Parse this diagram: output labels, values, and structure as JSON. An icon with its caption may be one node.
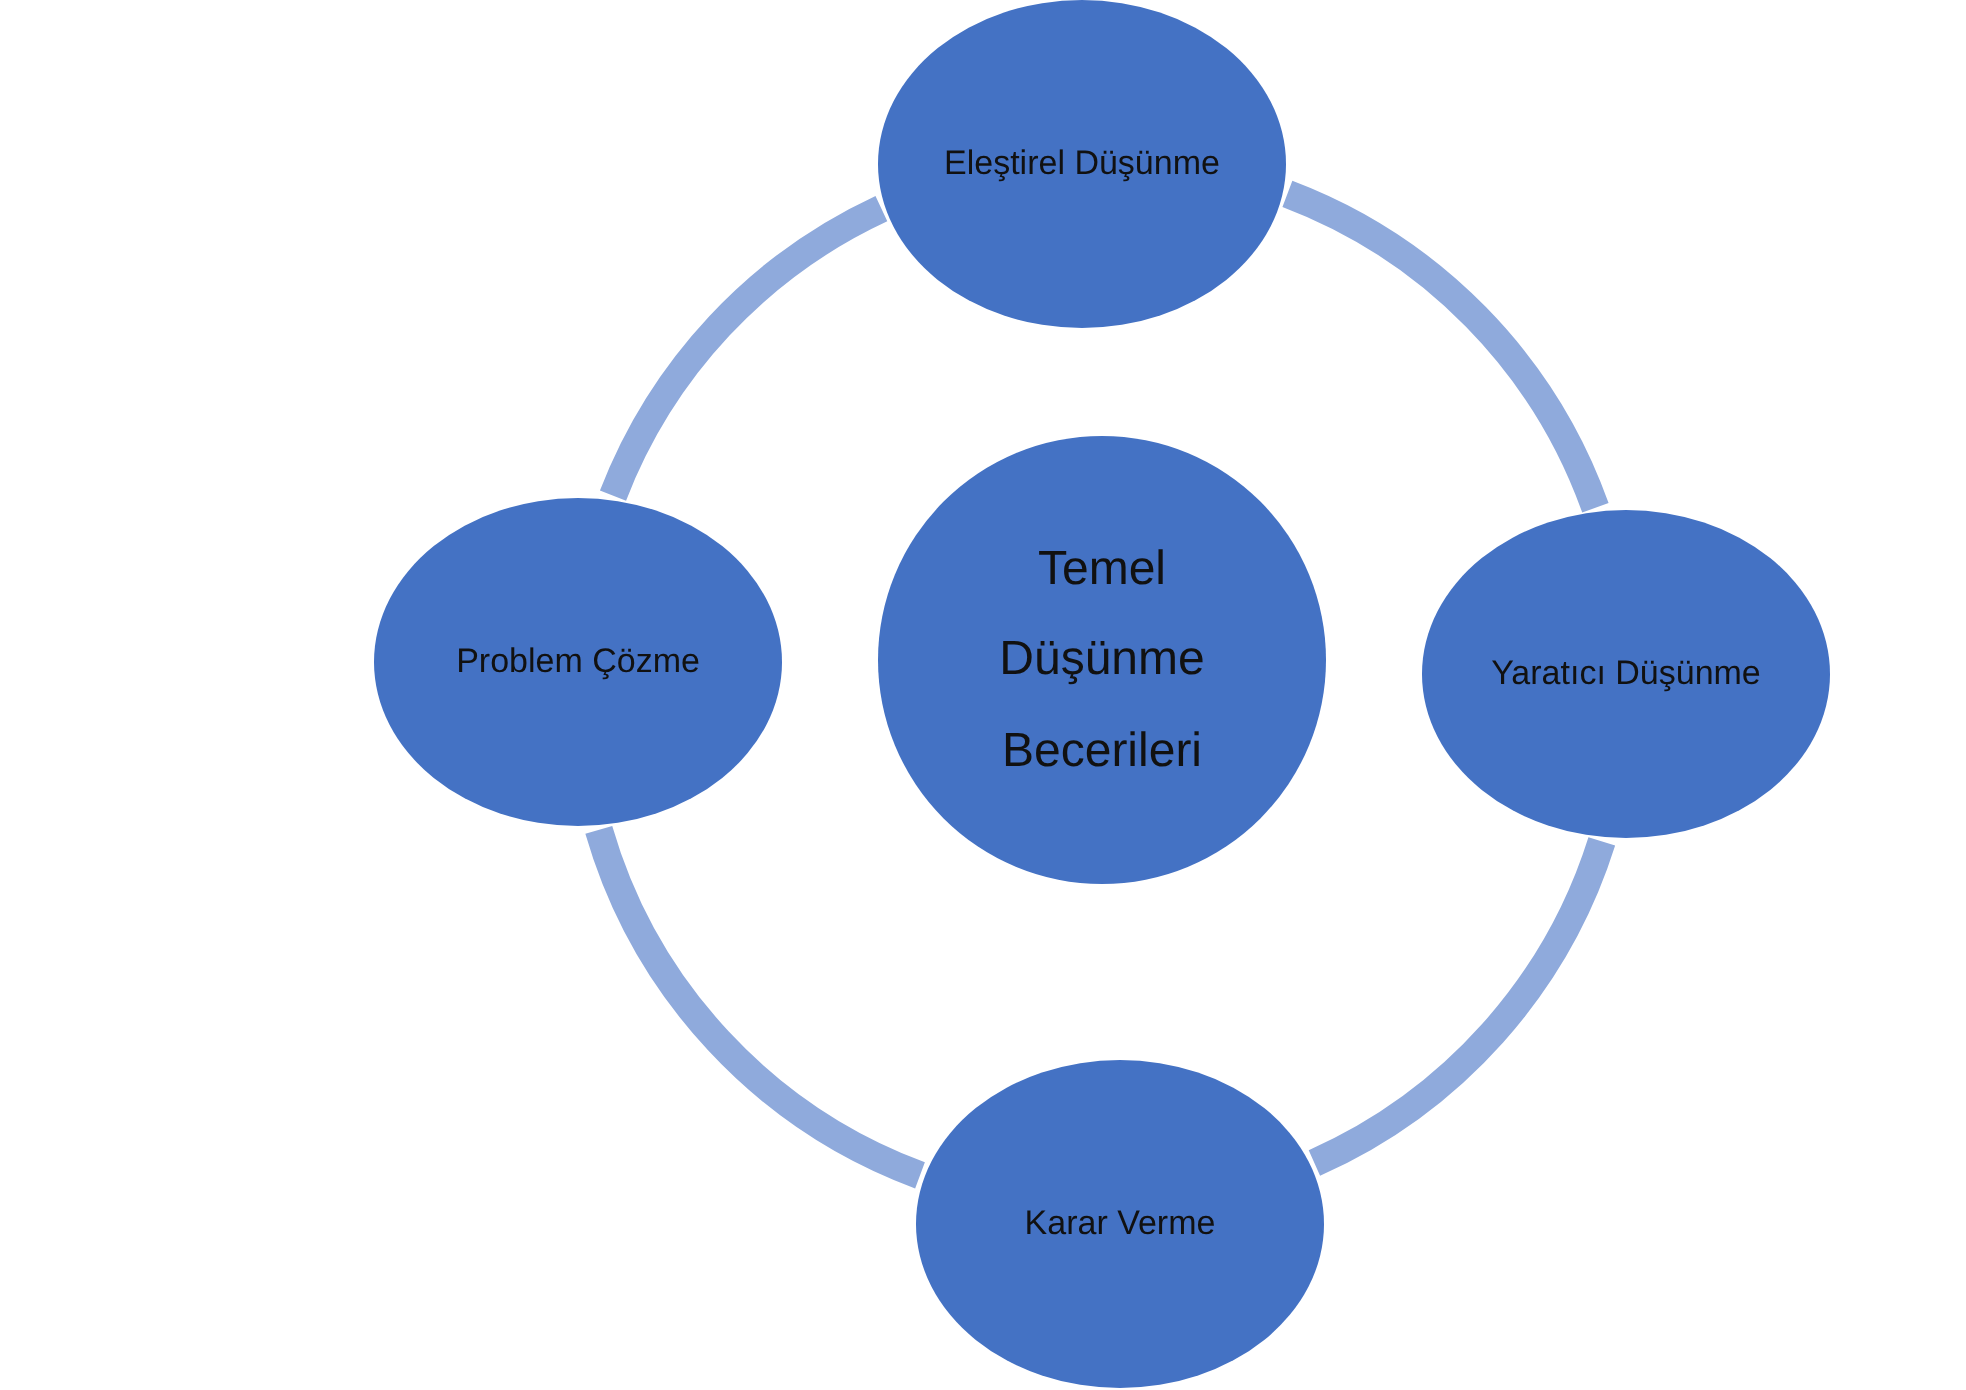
{
  "diagram": {
    "nodes": [
      {
        "text": [
          "Temel Düşünme Becerileri"
        ]
      },
      {
        "text": [
          "Eleştirel Düşünme"
        ]
      },
      {
        "text": [
          "Yaratıcı Düşünme"
        ]
      },
      {
        "text": [
          "Karar Verme"
        ]
      },
      {
        "text": [
          "Problem Çözme"
        ]
      }
    ],
    "edges": [
      {
        "from": 1,
        "to": 2,
        "arrow": "none"
      },
      {
        "from": 2,
        "to": 3,
        "arrow": "none"
      },
      {
        "from": 3,
        "to": 4,
        "arrow": "none"
      },
      {
        "from": 4,
        "to": 1,
        "arrow": "none"
      }
    ]
  }
}
